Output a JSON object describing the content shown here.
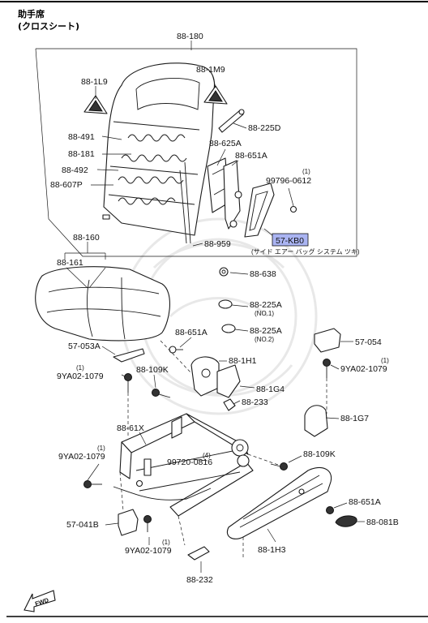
{
  "header": {
    "line1": "助手席",
    "line2": "(クロスシート)"
  },
  "highlight_color": "#aab4f2",
  "labels": {
    "l_88_180": "88-180",
    "l_88_1m9": "88-1M9",
    "l_88_1l9": "88-1L9",
    "l_88_225d": "88-225D",
    "l_88_491": "88-491",
    "l_88_625a": "88-625A",
    "l_88_181": "88-181",
    "l_88_651a_top": "88-651A",
    "l_88_492": "88-492",
    "l_99796_qty": "(1)",
    "l_99796": "99796-0612",
    "l_88_607p": "88-607P",
    "l_57_kb0": "57-KB0",
    "l_side_airbag": "(サイド エアー バッグ システム ツキ)",
    "l_88_959": "88-959",
    "l_88_160": "88-160",
    "l_88_161": "88-161",
    "l_88_638": "88-638",
    "l_88_225a_1": "88-225A",
    "l_no1": "(NO.1)",
    "l_88_651a_mid": "88-651A",
    "l_88_225a_2": "88-225A",
    "l_no2": "(NO.2)",
    "l_57_054": "57-054",
    "l_57_053a": "57-053A",
    "l_88_1h1": "88-1H1",
    "l_9ya_right_qty": "(1)",
    "l_9ya_right": "9YA02-1079",
    "l_9ya_left_qty": "(1)",
    "l_9ya_left": "9YA02-1079",
    "l_88_109k_top": "88-109K",
    "l_88_1g4": "88-1G4",
    "l_88_233": "88-233",
    "l_88_1g7": "88-1G7",
    "l_88_61x": "88-61X",
    "l_99720_qty": "(4)",
    "l_99720": "99720-0816",
    "l_9ya_mid_qty": "(1)",
    "l_9ya_mid": "9YA02-1079",
    "l_88_109k_bot": "88-109K",
    "l_88_651a_bot": "88-651A",
    "l_57_041b": "57-041B",
    "l_88_081b": "88-081B",
    "l_9ya_bot_qty": "(1)",
    "l_9ya_bot": "9YA02-1079",
    "l_88_1h3": "88-1H3",
    "l_88_232": "88-232",
    "fwd": "FWD"
  }
}
